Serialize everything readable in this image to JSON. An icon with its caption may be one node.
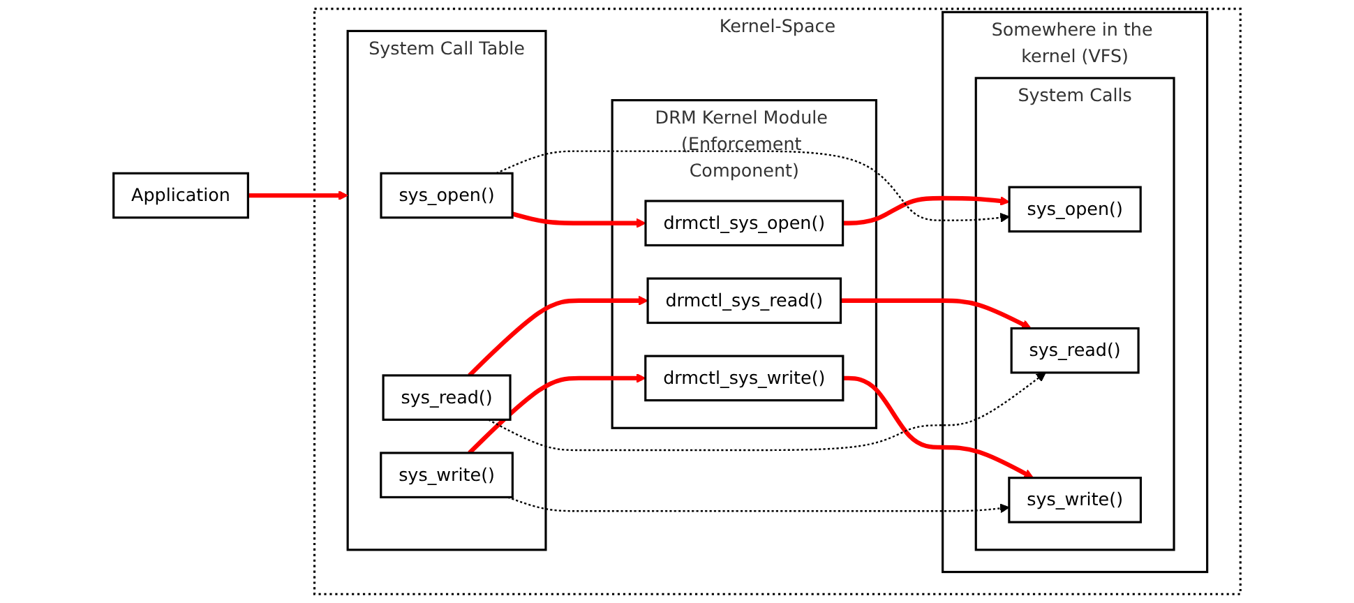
{
  "diagram": {
    "nodes": [
      {
        "text": [
          "Application"
        ]
      },
      {
        "text": [
          "Kernel-Space"
        ]
      },
      {
        "text": [
          "System Call Table"
        ],
        "in": 1
      },
      {
        "text": [
          "sys_open()"
        ],
        "in": 2
      },
      {
        "text": [
          "sys_read()"
        ],
        "in": 2
      },
      {
        "text": [
          "sys_write()"
        ],
        "in": 2
      },
      {
        "text": [
          "DRM Kernel Module (Enforcement Component)"
        ],
        "in": 1
      },
      {
        "text": [
          "drmctl_sys_open()"
        ],
        "in": 6
      },
      {
        "text": [
          "drmctl_sys_read()"
        ],
        "in": 6
      },
      {
        "text": [
          "drmctl_sys_write()"
        ],
        "in": 6
      },
      {
        "text": [
          "Somewhere in the kernel (VFS)"
        ],
        "in": 1
      },
      {
        "text": [
          "System Calls"
        ],
        "in": 10
      },
      {
        "text": [
          "sys_open()"
        ],
        "in": 11
      },
      {
        "text": [
          "sys_read()"
        ],
        "in": 11
      },
      {
        "text": [
          "sys_write()"
        ],
        "in": 11
      }
    ],
    "edges": [
      {
        "from": 0,
        "to": 2,
        "arrow": "to"
      },
      {
        "from": 3,
        "to": 7,
        "arrow": "to"
      },
      {
        "from": 4,
        "to": 8,
        "arrow": "to"
      },
      {
        "from": 5,
        "to": 9,
        "arrow": "to"
      },
      {
        "from": 7,
        "to": 12,
        "arrow": "to"
      },
      {
        "from": 8,
        "to": 13,
        "arrow": "to"
      },
      {
        "from": 9,
        "to": 14,
        "arrow": "to"
      },
      {
        "from": 3,
        "to": 12,
        "arrow": "to",
        "style": "dashed",
        "color": "#000000"
      },
      {
        "from": 4,
        "to": 13,
        "arrow": "to",
        "style": "dashed",
        "color": "#000000"
      },
      {
        "from": 5,
        "to": 14,
        "arrow": "to",
        "style": "dashed",
        "color": "#000000"
      }
    ]
  }
}
